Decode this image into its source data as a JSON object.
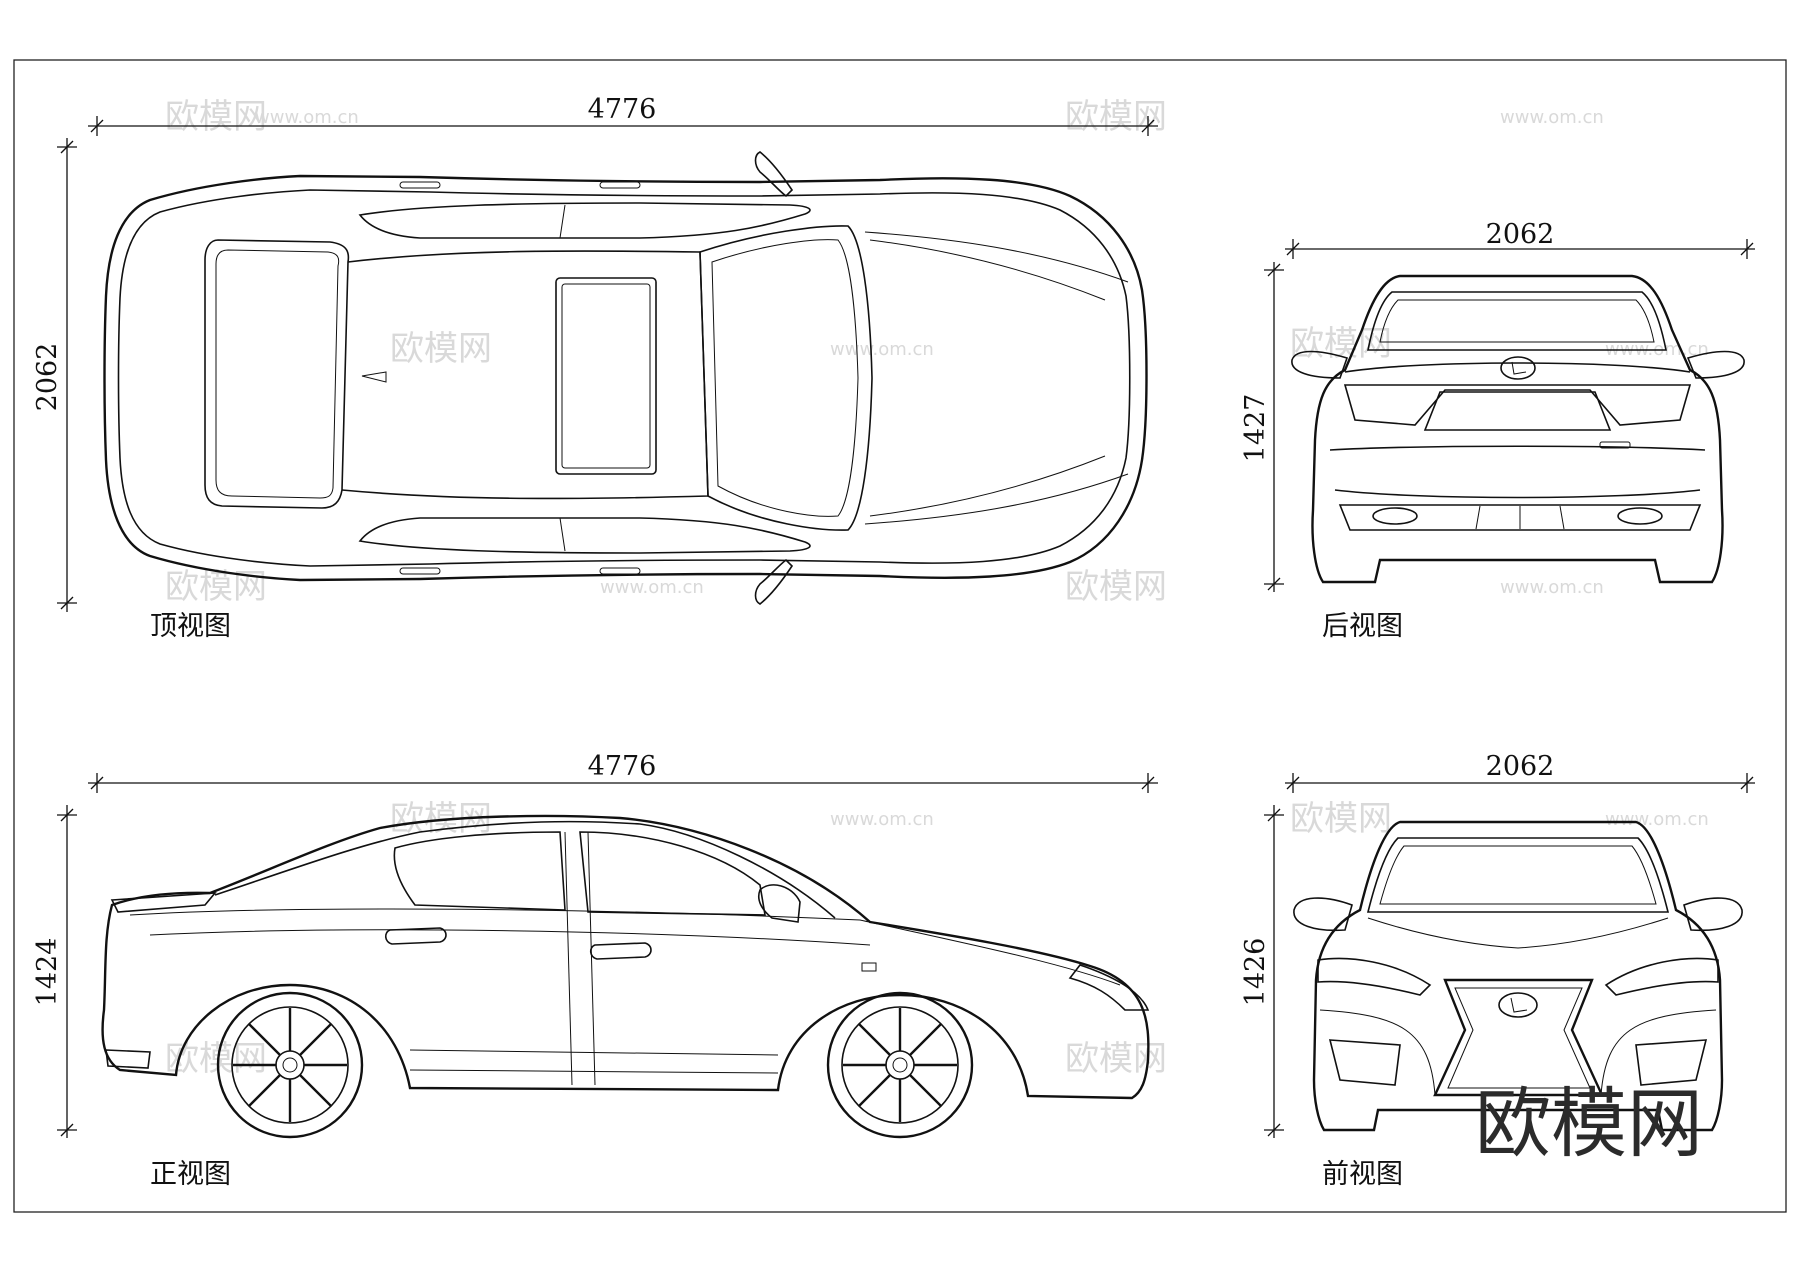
{
  "views": {
    "top": {
      "caption": "顶视图",
      "length": "4776",
      "width": "2062"
    },
    "rear": {
      "caption": "后视图",
      "width": "2062",
      "height": "1427"
    },
    "side": {
      "caption": "正视图",
      "length": "4776",
      "height": "1424"
    },
    "front": {
      "caption": "前视图",
      "width": "2062",
      "height": "1426"
    }
  },
  "watermark": {
    "brand": "欧模网",
    "url": "www.om.cn"
  }
}
